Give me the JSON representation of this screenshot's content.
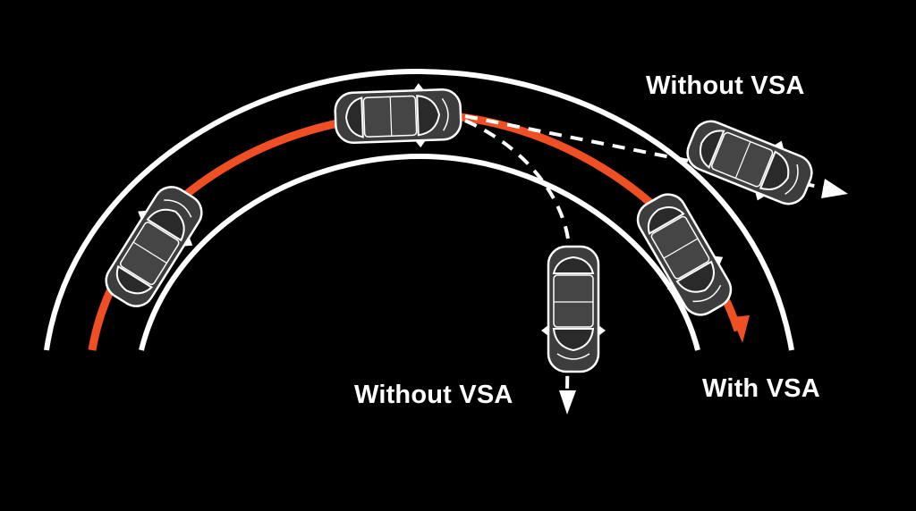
{
  "labels": {
    "without_vsa_top": "Without VSA",
    "without_vsa_bottom": "Without VSA",
    "with_vsa": "With VSA"
  },
  "colors": {
    "background": "#000000",
    "road_edge": "#ffffff",
    "with_vsa_path": "#f04e23",
    "car_body": "#3d3d3d",
    "car_outline": "#ffffff"
  },
  "icons": {
    "car": "car-top-view-icon",
    "arrow": "arrowhead-icon"
  }
}
